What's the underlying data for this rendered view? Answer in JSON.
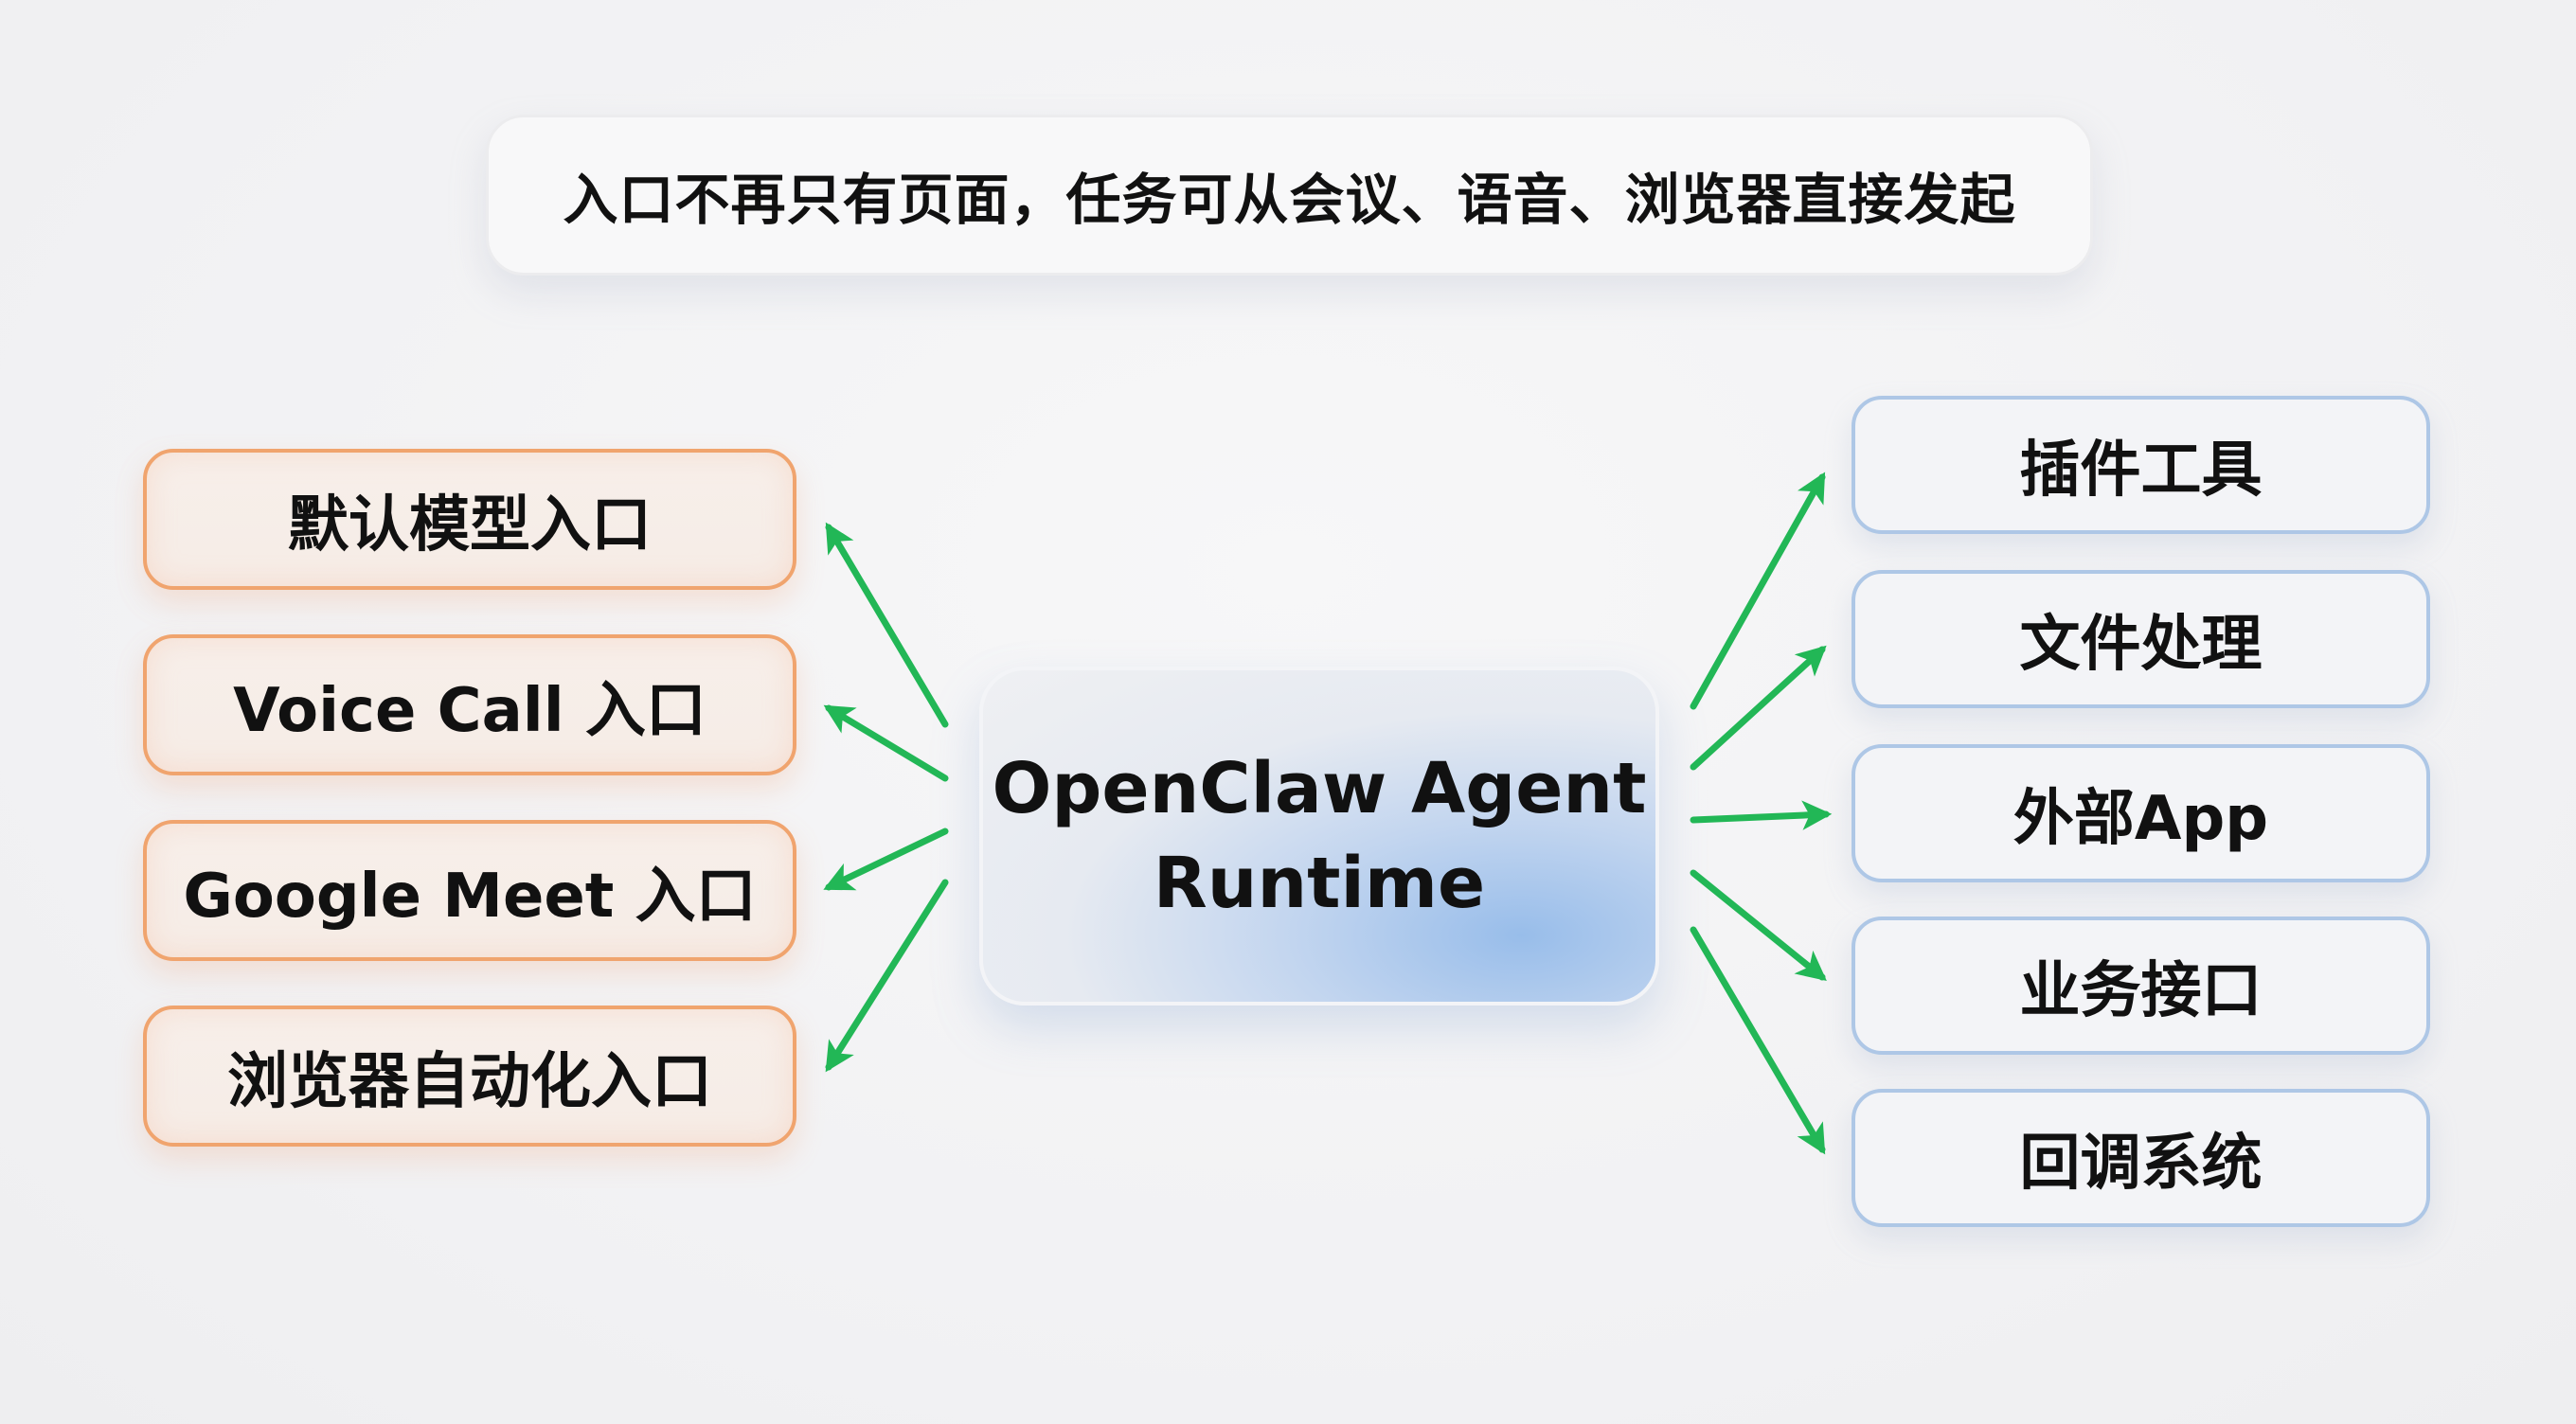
{
  "title": "入口不再只有页面，任务可从会议、语音、浏览器直接发起",
  "center": {
    "line1": "OpenClaw Agent",
    "line2": "Runtime"
  },
  "inputs": [
    {
      "label": "默认模型入口"
    },
    {
      "label": "Voice Call 入口"
    },
    {
      "label": "Google Meet 入口"
    },
    {
      "label": "浏览器自动化入口"
    }
  ],
  "outputs": [
    {
      "label": "插件工具"
    },
    {
      "label": "文件处理"
    },
    {
      "label": "外部App"
    },
    {
      "label": "业务接口"
    },
    {
      "label": "回调系统"
    }
  ],
  "colors": {
    "arrow": "#22b756",
    "input_border": "#f0a46e",
    "output_border": "#aec7e6",
    "center_accent": "#98bdea"
  }
}
